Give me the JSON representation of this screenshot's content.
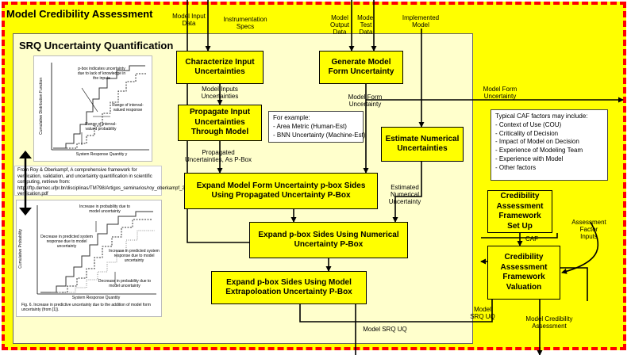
{
  "title": "Model Credibility Assessment",
  "inner_title": "SRQ Uncertainty Quantification",
  "inputs": {
    "model_input_data": "Model Input\nData",
    "instrumentation_specs": "Instrumentation\nSpecs",
    "model_output_data": "Model\nOutput\nData",
    "model_test_data": "Model\nTest\nData",
    "implemented_model": "Implemented\nModel"
  },
  "boxes": {
    "characterize": "Characterize Input\nUncertainties",
    "generate": "Generate Model\nForm Uncertainty",
    "propagate": "Propagate Input\nUncertainties\nThrough Model",
    "estimate_numerical": "Estimate Numerical\nUncertainties",
    "expand_model_form": "Expand Model Form Uncertainty p-box Sides\nUsing Propagated Uncertainty P-Box",
    "expand_numerical": "Expand p-box Sides Using Numerical\nUncertainty P-Box",
    "expand_extrapolation": "Expand p-box Sides Using Model\nExtrapoloation Uncertainty P-Box",
    "caf_setup": "Credibility\nAssessment\nFramework\nSet Up",
    "caf_valuation": "Credibility\nAssessment\nFramework\nValuation"
  },
  "labels": {
    "model_inputs_uncertainties": "Model Inputs\nUncertainties",
    "model_form_uncertainty_inner": "Model Form\nUncertainty",
    "model_form_uncertainty_outer": "Model Form\nUncertainty",
    "propagated_uncertainties": "Propagated\nUncertainties,  As P-Box",
    "estimated_numerical": "Estimated\nNumerical\nUncertainty",
    "caf": "CAF",
    "assessment_factor_inputs": "Assessment\nFactor\nInputs",
    "model_srq_uq_right": "Model\nSRQ UQ",
    "model_srq_uq_bottom": "Model SRQ UQ",
    "model_credibility_assessment": "Model Credibility\nAssessment"
  },
  "example_note": {
    "heading": "For example:",
    "items": [
      "- Area Metric (Human-Est)",
      "- BNN Uncertainty (Machine-Est)"
    ]
  },
  "caf_note": {
    "heading": "Typical CAF factors may include:",
    "items": [
      "- Context of Use (COU)",
      "- Criticality of Decision",
      "- Impact of Model on Decision",
      "- Experience of Modeling Team",
      "- Experience with Model",
      "- Other factors"
    ]
  },
  "reference": "From Roy & Oberkampf, A comprehensive framework for verification, validation, and uncertainty quantification in scientific computing, retrieve from: http://ftp.demec.ufpr.br/disciplinas/TM798/Artigos_seminarios/roy_oberkampf_2011-verification.pdf",
  "figure_top": {
    "annotations": [
      "p-box indicates uncertainty due to lack of knowledge in the inputs",
      "Range of interval-valued response",
      "Range of interval-valued probability"
    ],
    "ylabel": "Cumulative Distribution Function",
    "xlabel": "System Response Quantity y"
  },
  "figure_bottom": {
    "annotations": [
      "Increase in probability due to model uncertainty",
      "Decrease in predicted system response due to model uncertainty",
      "Increase in predicted system response due to model uncertainty",
      "Decrease in probability due to model uncertainty"
    ],
    "ylabel": "Cumulative Probability",
    "xlabel": "System Response Quantity",
    "caption": "Fig. 6. Increase in predictive uncertainty due to the addition of model form uncertainty (from [1])."
  },
  "colors": {
    "background": "#ffff00",
    "border": "#ff0000",
    "inner": "#ffffcc",
    "arrow": "#000000"
  }
}
